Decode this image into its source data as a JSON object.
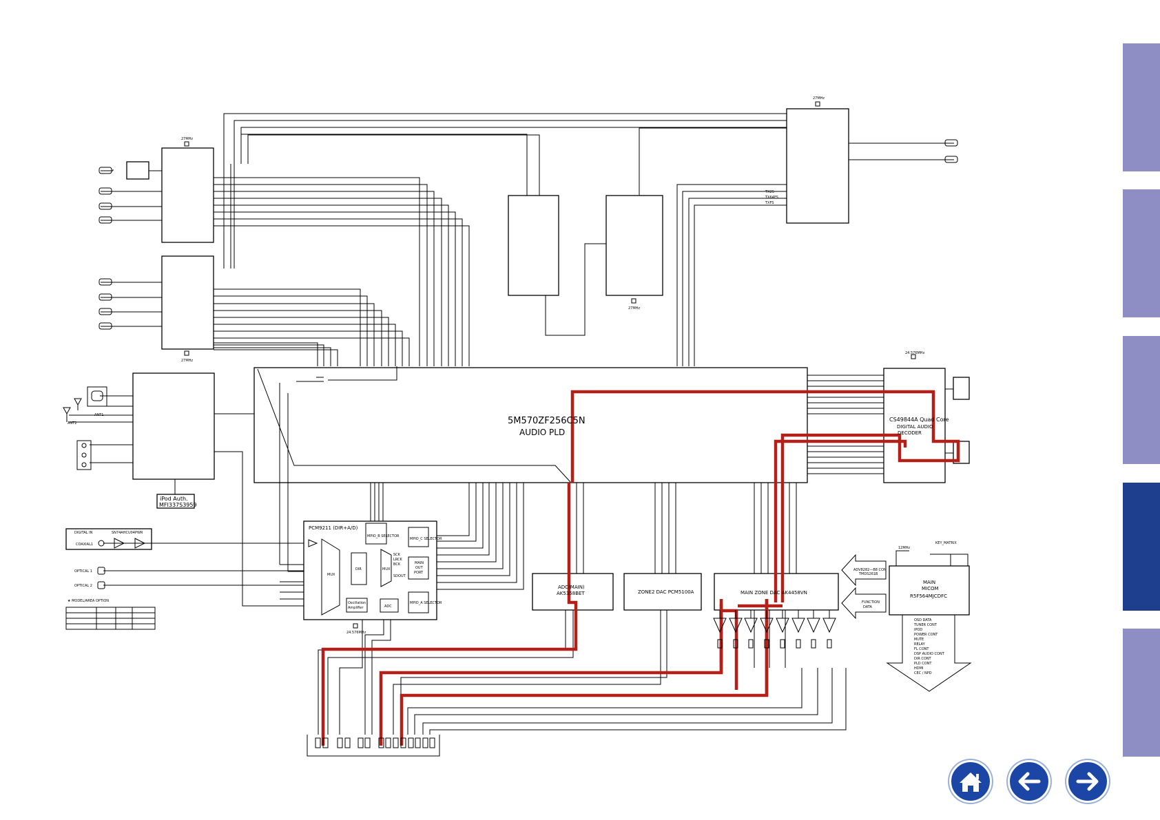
{
  "labels": {
    "pld_part": "5M570ZF256C5N",
    "pld_name": "AUDIO PLD",
    "decoder_part": "CS49844A Quad Core",
    "decoder_name_1": "DIGITAL AUDIO",
    "decoder_name_2": "DECODER",
    "ipod_auth_1": "iPod Auth.",
    "ipod_auth_2": "MFI337S3959",
    "pcm_name": "PCM9211 (DIR+A/D)",
    "mpio_b": "MPIO_B SELECTOR",
    "mpio_c": "MPIO_C SELECTOR",
    "mpio_a": "MPIO_A SELECTOR",
    "main_out_1": "MAIN",
    "main_out_2": "OUT",
    "main_out_3": "PORT",
    "mux": "MUX",
    "dir": "DIR",
    "adc_small": "ADC",
    "osc_1": "Oscillation",
    "osc_2": "Amplifier",
    "sck": "SCK",
    "lrck": "LRCK",
    "bck": "BCK",
    "sdout": "SDOUT",
    "adc_main_1": "ADC(MAIN)",
    "adc_main_2": "AK5358BET",
    "zone2_dac": "ZONE2 DAC PCM5100A",
    "main_zone_dac": "MAIN ZONE DAC AK4458VN",
    "micom_1": "MAIN",
    "micom_2": "MICOM",
    "micom_3": "R5F564MJCDFC",
    "digital_in": "DIGITAL IN",
    "sn74": "SN74AHCU04PWR",
    "coaxial": "COAXIAL1",
    "optical1": "OPTICAL 1",
    "optical2": "OPTICAL 2",
    "model_option": "★ MODEL/AREA OPTION",
    "ant1": "ANT1",
    "ant2": "ANT2",
    "adv_con_1": "ADV8282—B8 CON",
    "adv_con_2": "TMDS261B",
    "function_data_1": "FUNCTION",
    "function_data_2": "DATA",
    "mhz_27": "27MHz",
    "mhz_24576": "24.576MHz",
    "mhz_12": "12MHz",
    "key_matrix": "KEY_MATRIX",
    "tx_1": "TX2S",
    "tx_2": "TX64FS",
    "tx_3": "TXFS"
  },
  "micom_functions": [
    "OSD DATA",
    "TUNER CONT",
    "IPOD",
    "POWER CONT",
    "MUTE",
    "RELAY",
    "FL CONT",
    "DSP AUDIO CONT",
    "DIR CONT",
    "PLD CONT",
    "HDMI",
    "CEC / NPD"
  ],
  "nav": {
    "home": "home-icon",
    "back": "arrow-left-icon",
    "forward": "arrow-right-icon"
  },
  "colors": {
    "signal_path": "#d93a2b",
    "tab": "#8e8ec4",
    "tab_active": "#1d3f8d",
    "nav_button": "#1b46a5"
  }
}
